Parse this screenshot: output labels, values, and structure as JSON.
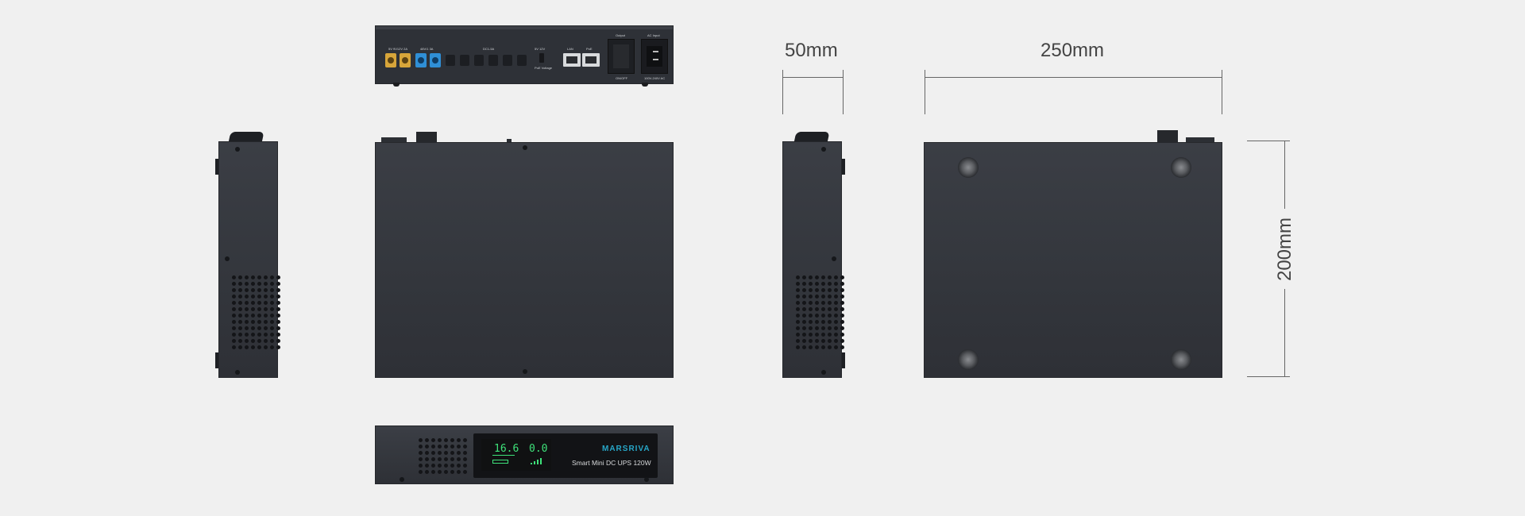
{
  "dimensions": {
    "depth_label": "50mm",
    "width_label": "250mm",
    "height_label": "200mm"
  },
  "rear_panel": {
    "labels": [
      "5V 9V12V 2A",
      "48V/1 3A",
      "DC1-5A",
      "5V 12V",
      "PoE Voltage",
      "LAN",
      "PoE",
      "Output",
      "AC Input",
      "ON/OFF",
      "100V-240V AC"
    ]
  },
  "front_panel": {
    "brand": "MARSRIVA",
    "model": "Smart Mini DC UPS 120W",
    "lcd_left_value": "16.6",
    "lcd_right_value": "0.0"
  },
  "colors": {
    "background": "#f0f0f0",
    "device_body": "#35383e",
    "lcd_green": "#3ee27a",
    "brand_teal": "#27a6c7",
    "port_yellow": "#d7a53a",
    "port_blue": "#2f8fd6"
  }
}
